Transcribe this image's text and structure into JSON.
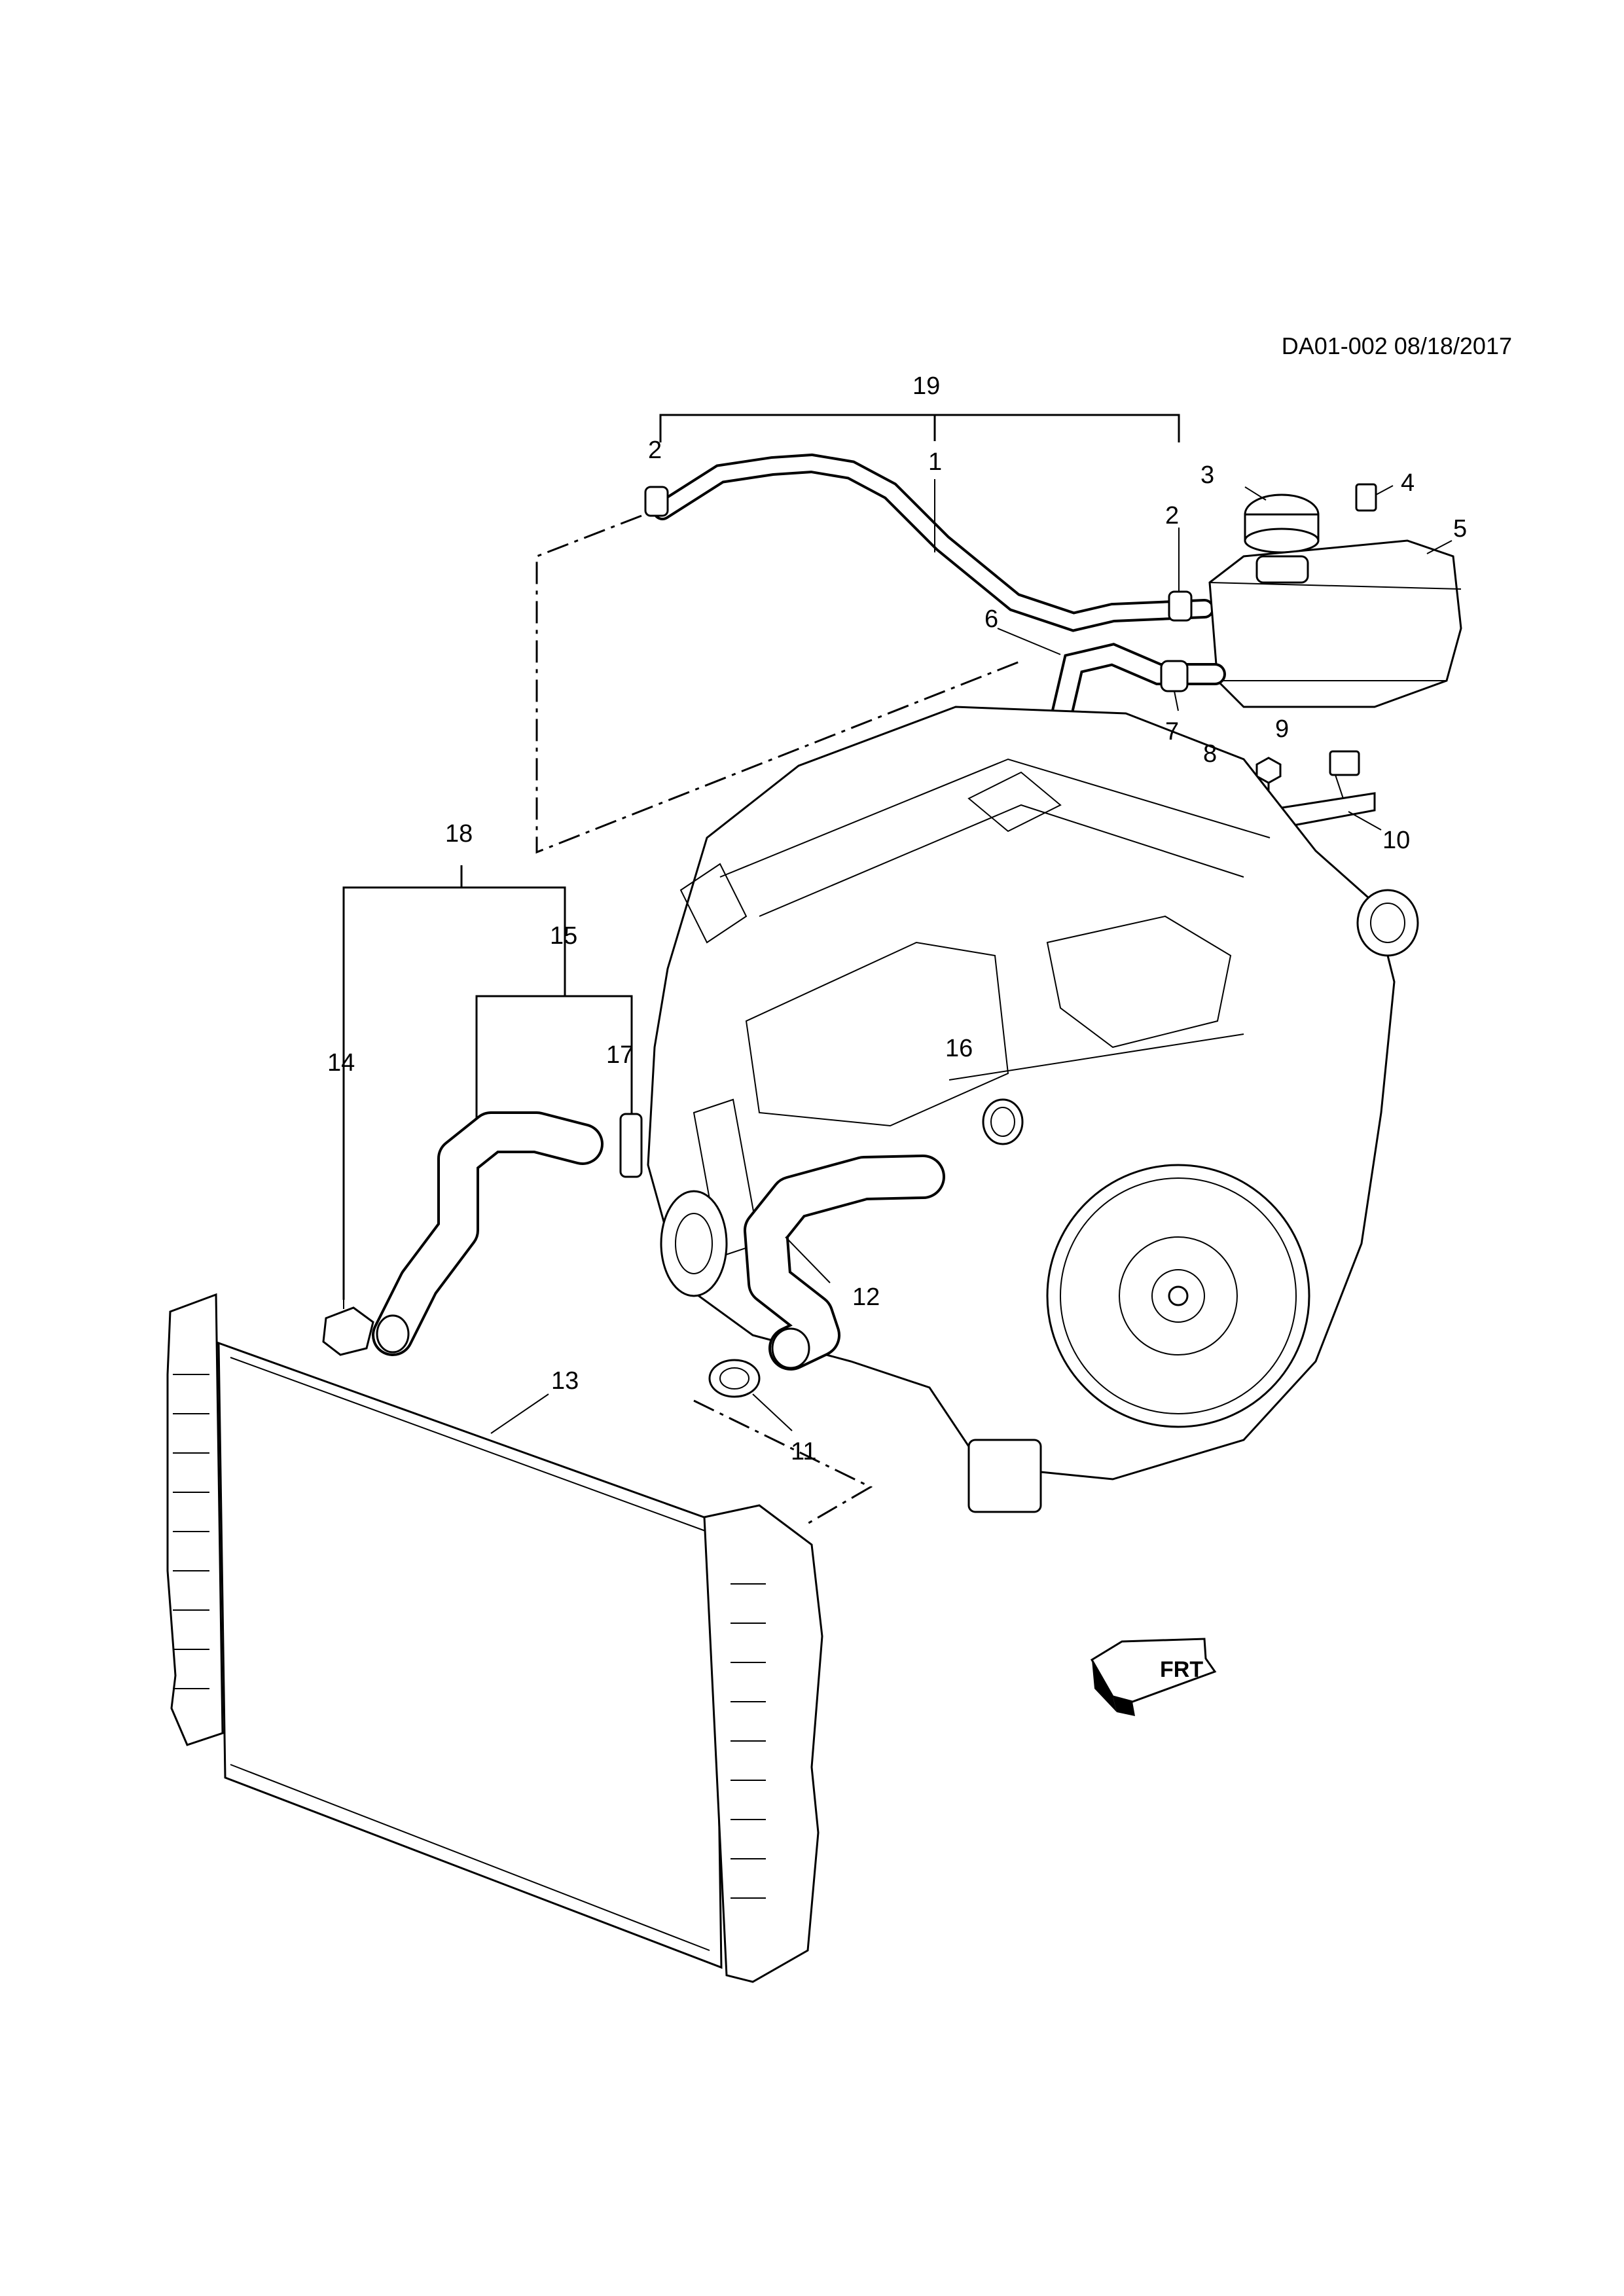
{
  "header": {
    "code": "DA01-002 08/18/2017"
  },
  "callouts": [
    "1",
    "2",
    "2",
    "3",
    "4",
    "5",
    "6",
    "7",
    "8",
    "9",
    "10",
    "11",
    "12",
    "13",
    "14",
    "15",
    "16",
    "17",
    "18",
    "19"
  ],
  "front_arrow": {
    "label": "FRT"
  }
}
